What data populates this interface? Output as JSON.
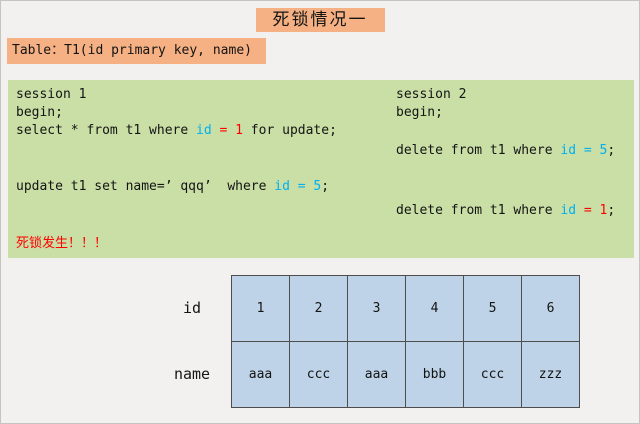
{
  "title": "死锁情况一",
  "table_label": "Table：T1(id primary key, name)",
  "colors": {
    "page_bg": "#f2f1ef",
    "highlight_orange": "#f5b183",
    "panel_green": "#c9dfa5",
    "cell_blue": "#bed3e7",
    "text_red": "#ff0000",
    "text_blue": "#00b0f0"
  },
  "session1": {
    "header": "session 1",
    "begin": "begin;",
    "select": {
      "pre": "select * from t1 where ",
      "id": "id",
      "val": " = 1",
      "post": " for update;"
    },
    "update": {
      "pre": "update t1 set name=’ qqq’  where ",
      "id": "id",
      "val": " = 5",
      "post": ";"
    },
    "deadlock": "死锁发生！！！"
  },
  "session2": {
    "header": "session 2",
    "begin": "begin;",
    "delete1": {
      "pre": "delete from t1 where ",
      "id": "id",
      "val": " = 5",
      "post": ";"
    },
    "delete2": {
      "pre": "delete from t1 where ",
      "id": "id",
      "val": " = 1",
      "post": ";"
    }
  },
  "data_table": {
    "row_labels": [
      "id",
      "name"
    ],
    "rows": [
      [
        "1",
        "2",
        "3",
        "4",
        "5",
        "6"
      ],
      [
        "aaa",
        "ccc",
        "aaa",
        "bbb",
        "ccc",
        "zzz"
      ]
    ]
  }
}
